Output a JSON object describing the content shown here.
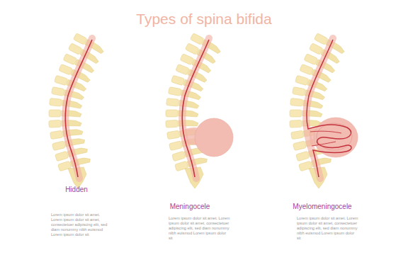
{
  "diagram": {
    "title": "Types of spina bifida",
    "labels": [
      "Hidden",
      "Lorem ipsum dolor sit amet. Lorem ipsum dolor sit amet, consectetuer adipiscing elit, sed diam nonummy nibh euismod Lorem ipsum dolor sit",
      "Meningocele",
      "Lorem ipsum dolor sit amet. Lorem ipsum dolor sit amet, consectetuer adipiscing elit, sed diam nonummy nibh euismod Lorem ipsum dolor sit",
      "Myelomeningocele",
      "Lorem ipsum dolor sit amet. Lorem ipsum dolor sit amet, consectetuer adipiscing elit, sed diam nonummy nibh euismod Lorem ipsum dolor sit"
    ]
  }
}
